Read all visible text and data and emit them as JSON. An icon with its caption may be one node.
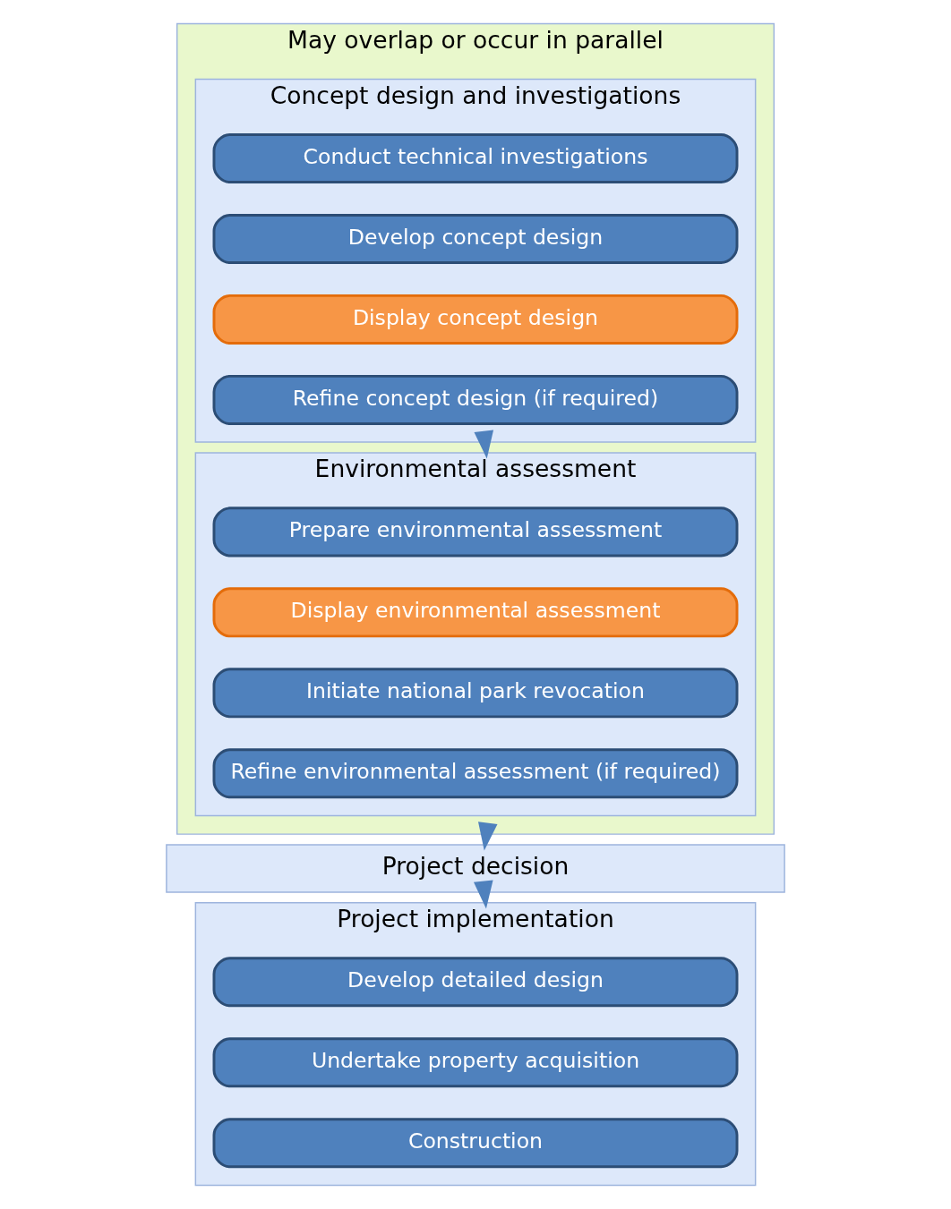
{
  "diagram": {
    "nodes": [
      {
        "text": [
          "May overlap or occur in parallel"
        ]
      },
      {
        "text": [
          "Concept design and investigations"
        ],
        "in": 0
      },
      {
        "text": [
          "Conduct technical investigations"
        ],
        "in": 1
      },
      {
        "text": [
          "Develop concept design"
        ],
        "in": 1
      },
      {
        "text": [
          "Display concept design"
        ],
        "in": 1
      },
      {
        "text": [
          "Refine concept design (if required)"
        ],
        "in": 1
      },
      {
        "text": [
          "Environmental assessment"
        ],
        "in": 0
      },
      {
        "text": [
          "Prepare environmental assessment"
        ],
        "in": 6
      },
      {
        "text": [
          "Display environmental assessment"
        ],
        "in": 6
      },
      {
        "text": [
          "Initiate national park revocation"
        ],
        "in": 6
      },
      {
        "text": [
          "Refine environmental assessment (if required)"
        ],
        "in": 6
      },
      {
        "text": [
          "Project decision"
        ]
      },
      {
        "text": [
          "Project implementation"
        ]
      },
      {
        "text": [
          "Develop detailed design"
        ],
        "in": 12
      },
      {
        "text": [
          "Undertake property acquisition"
        ],
        "in": 12
      },
      {
        "text": [
          "Construction"
        ],
        "in": 12
      }
    ],
    "edges": [
      {
        "from": 1,
        "to": 6,
        "arrow": "to"
      },
      {
        "from": 0,
        "to": 11,
        "arrow": "to"
      },
      {
        "from": 11,
        "to": 12,
        "arrow": "to"
      }
    ]
  }
}
